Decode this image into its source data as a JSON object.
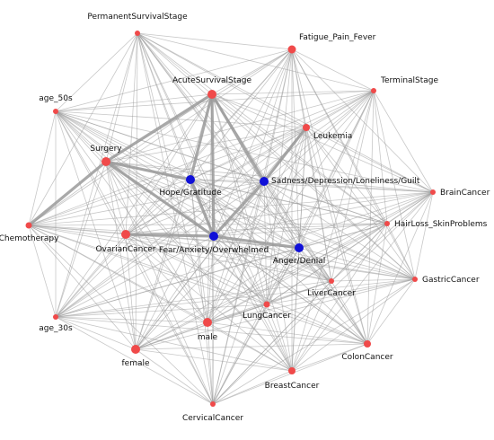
{
  "colors": {
    "entity": "#f04a4a",
    "emotion": "#1010d8",
    "edge": "#9a9a9a",
    "background": "#ffffff"
  },
  "nodes": [
    {
      "id": "PermanentSurvivalStage",
      "label": "PermanentSurvivalStage",
      "type": "entity"
    },
    {
      "id": "Fatigue_Pain_Fever",
      "label": "Fatigue_Pain_Fever",
      "type": "entity"
    },
    {
      "id": "AcuteSurvivalStage",
      "label": "AcuteSurvivalStage",
      "type": "entity"
    },
    {
      "id": "TerminalStage",
      "label": "TerminalStage",
      "type": "entity"
    },
    {
      "id": "age_50s",
      "label": "age_50s",
      "type": "entity"
    },
    {
      "id": "Leukemia",
      "label": "Leukemia",
      "type": "entity"
    },
    {
      "id": "Surgery",
      "label": "Surgery",
      "type": "entity"
    },
    {
      "id": "Hope",
      "label": "Hope/Gratitude",
      "type": "emotion"
    },
    {
      "id": "Sadness",
      "label": "Sadness/Depression/Loneliness/Guilt",
      "type": "emotion"
    },
    {
      "id": "BrainCancer",
      "label": "BrainCancer",
      "type": "entity"
    },
    {
      "id": "Chemotherapy",
      "label": "Chemotherapy",
      "type": "entity"
    },
    {
      "id": "OvarianCancer",
      "label": "OvarianCancer",
      "type": "entity"
    },
    {
      "id": "Fear",
      "label": "Fear/Anxiety/Overwhelmed",
      "type": "emotion"
    },
    {
      "id": "HairLoss",
      "label": "HairLoss_SkinProblems",
      "type": "entity"
    },
    {
      "id": "Anger",
      "label": "Anger/Denial",
      "type": "emotion"
    },
    {
      "id": "GastricCancer",
      "label": "GastricCancer",
      "type": "entity"
    },
    {
      "id": "LiverCancer",
      "label": "LiverCancer",
      "type": "entity"
    },
    {
      "id": "LungCancer",
      "label": "LungCancer",
      "type": "entity"
    },
    {
      "id": "age_30s",
      "label": "age_30s",
      "type": "entity"
    },
    {
      "id": "male",
      "label": "male",
      "type": "entity"
    },
    {
      "id": "ColonCancer",
      "label": "ColonCancer",
      "type": "entity"
    },
    {
      "id": "female",
      "label": "female",
      "type": "entity"
    },
    {
      "id": "BreastCancer",
      "label": "BreastCancer",
      "type": "entity"
    },
    {
      "id": "CervicalCancer",
      "label": "CervicalCancer",
      "type": "entity"
    }
  ],
  "strong_edges": [
    [
      "AcuteSurvivalStage",
      "Surgery"
    ],
    [
      "AcuteSurvivalStage",
      "Hope"
    ],
    [
      "AcuteSurvivalStage",
      "Fear"
    ],
    [
      "AcuteSurvivalStage",
      "Sadness"
    ],
    [
      "Leukemia",
      "Sadness"
    ],
    [
      "Surgery",
      "Hope"
    ],
    [
      "Surgery",
      "Fear"
    ],
    [
      "Hope",
      "Fear"
    ],
    [
      "Sadness",
      "Fear"
    ],
    [
      "Surgery",
      "Chemotherapy"
    ],
    [
      "Fear",
      "Anger"
    ],
    [
      "OvarianCancer",
      "Fear"
    ]
  ]
}
